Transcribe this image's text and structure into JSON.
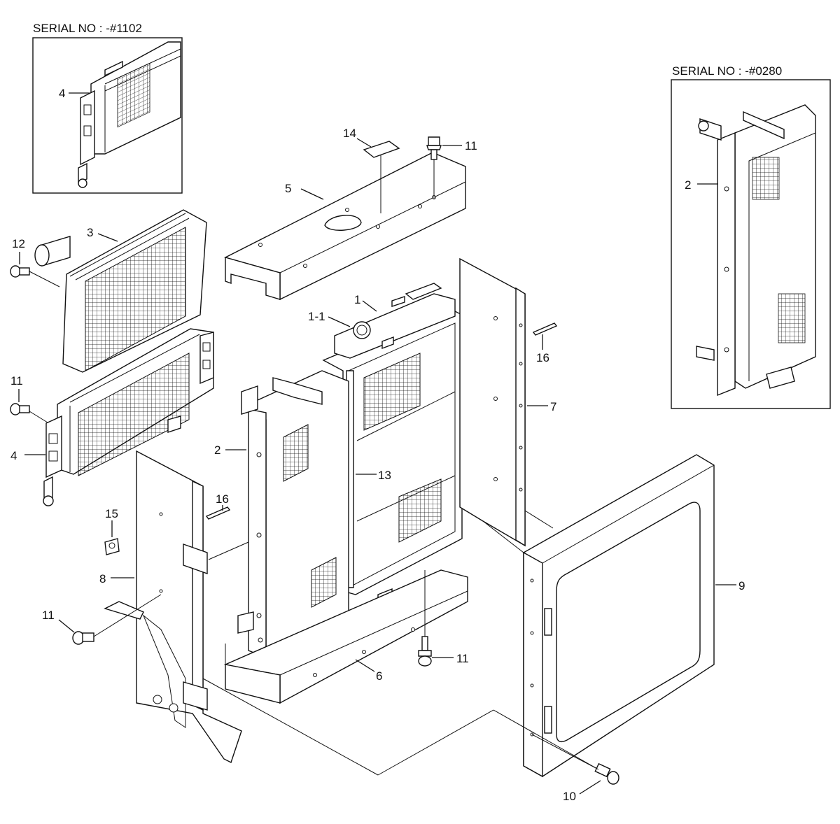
{
  "insets": {
    "top_left_serial": "SERIAL NO : -#1102",
    "top_right_serial": "SERIAL NO : -#0280"
  },
  "callouts": {
    "inset_left_4": "4",
    "inset_right_2": "2",
    "p14": "14",
    "p11_top": "11",
    "p5": "5",
    "p3": "3",
    "p12": "12",
    "p1": "1",
    "p1_1": "1-1",
    "p16_right": "16",
    "p7": "7",
    "p11_left": "11",
    "p4": "4",
    "p2": "2",
    "p13": "13",
    "p15": "15",
    "p16_left": "16",
    "p8": "8",
    "p9": "9",
    "p11_bottom_left": "11",
    "p11_bottom_center": "11",
    "p6": "6",
    "p10": "10"
  }
}
